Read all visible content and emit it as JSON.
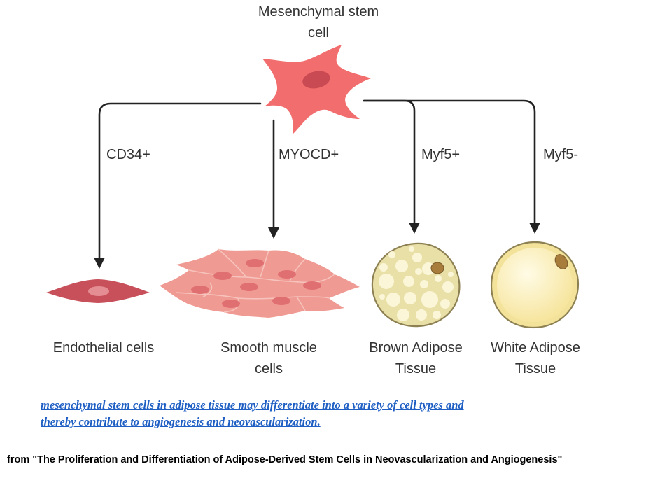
{
  "diagram": {
    "source": {
      "label_lines": [
        "Mesenchymal stem",
        "cell"
      ]
    },
    "branches": [
      {
        "marker": "CD34+",
        "target_lines": [
          "Endothelial cells"
        ]
      },
      {
        "marker": "MYOCD+",
        "target_lines": [
          "Smooth muscle",
          "cells"
        ]
      },
      {
        "marker": "Myf5+",
        "target_lines": [
          "Brown Adipose",
          "Tissue"
        ]
      },
      {
        "marker": "Myf5-",
        "target_lines": [
          "White Adipose",
          "Tissue"
        ]
      }
    ],
    "colors": {
      "stem_cell": "#f26d6d",
      "stem_nucleus": "#c94a52",
      "endothelial": "#c7505a",
      "endothelial_nucleus": "#e48d93",
      "smooth_muscle": "#ef9a92",
      "smooth_muscle_nucleus": "#e06f72",
      "brown_fill": "#e9e0a8",
      "brown_droplet": "#fbf6d8",
      "white_fill": "#fbeeb2",
      "adipose_nucleus": "#a87d3c",
      "arrow": "#222222"
    }
  },
  "caption": {
    "lines": [
      "mesenchymal stem cells in adipose tissue may differentiate into a variety of cell types and",
      "thereby contribute to angiogenesis and neovascularization."
    ]
  },
  "source_line": "from \"The Proliferation and Differentiation of Adipose-Derived Stem Cells in Neovascularization and Angiogenesis\""
}
